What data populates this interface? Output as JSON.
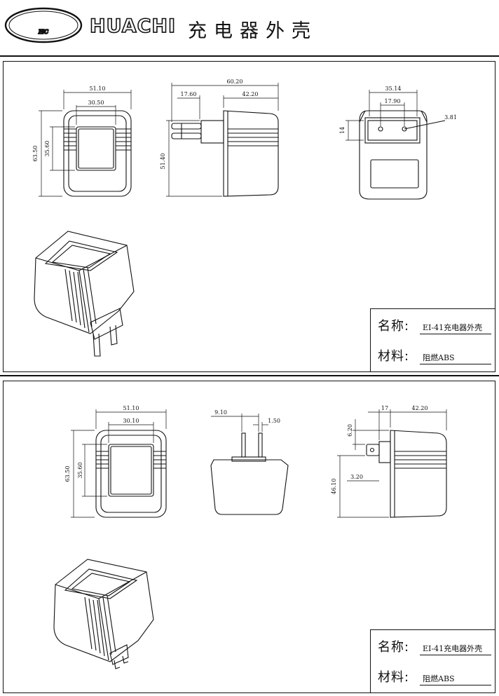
{
  "header": {
    "logo_text": "HC",
    "brand": "HUACHI",
    "product": "充电器外壳"
  },
  "panels": [
    {
      "id": "eu-plug",
      "dimensions": {
        "front_outer_width": "51.10",
        "front_window_width": "30.50",
        "front_outer_height": "63.50",
        "front_window_height": "35.60",
        "side_total_width": "60.20",
        "side_pin_length": "17.60",
        "side_body_width": "42.20",
        "side_body_height": "51.40",
        "back_width": "35.14",
        "back_pin_spacing": "17.90",
        "back_pin_diameter": "3.81",
        "back_socket_height": "14"
      },
      "title_block": {
        "name_label": "名称:",
        "name_value": "EI-41充电器外壳",
        "material_label": "材料:",
        "material_value": "阻燃ABS"
      }
    },
    {
      "id": "us-plug",
      "dimensions": {
        "front_outer_width": "51.10",
        "front_window_width": "30.10",
        "front_outer_height": "63.50",
        "front_window_height": "35.60",
        "pin_spacing": "9.10",
        "pin_thickness": "1.50",
        "side_pin_length": "17",
        "side_body_width": "42.20",
        "side_pin_offset_top": "6.20",
        "side_pin_width": "3.20",
        "side_body_height": "46.10"
      },
      "title_block": {
        "name_label": "名称:",
        "name_value": "EI-41充电器外壳",
        "material_label": "材料:",
        "material_value": "阻燃ABS"
      }
    }
  ]
}
